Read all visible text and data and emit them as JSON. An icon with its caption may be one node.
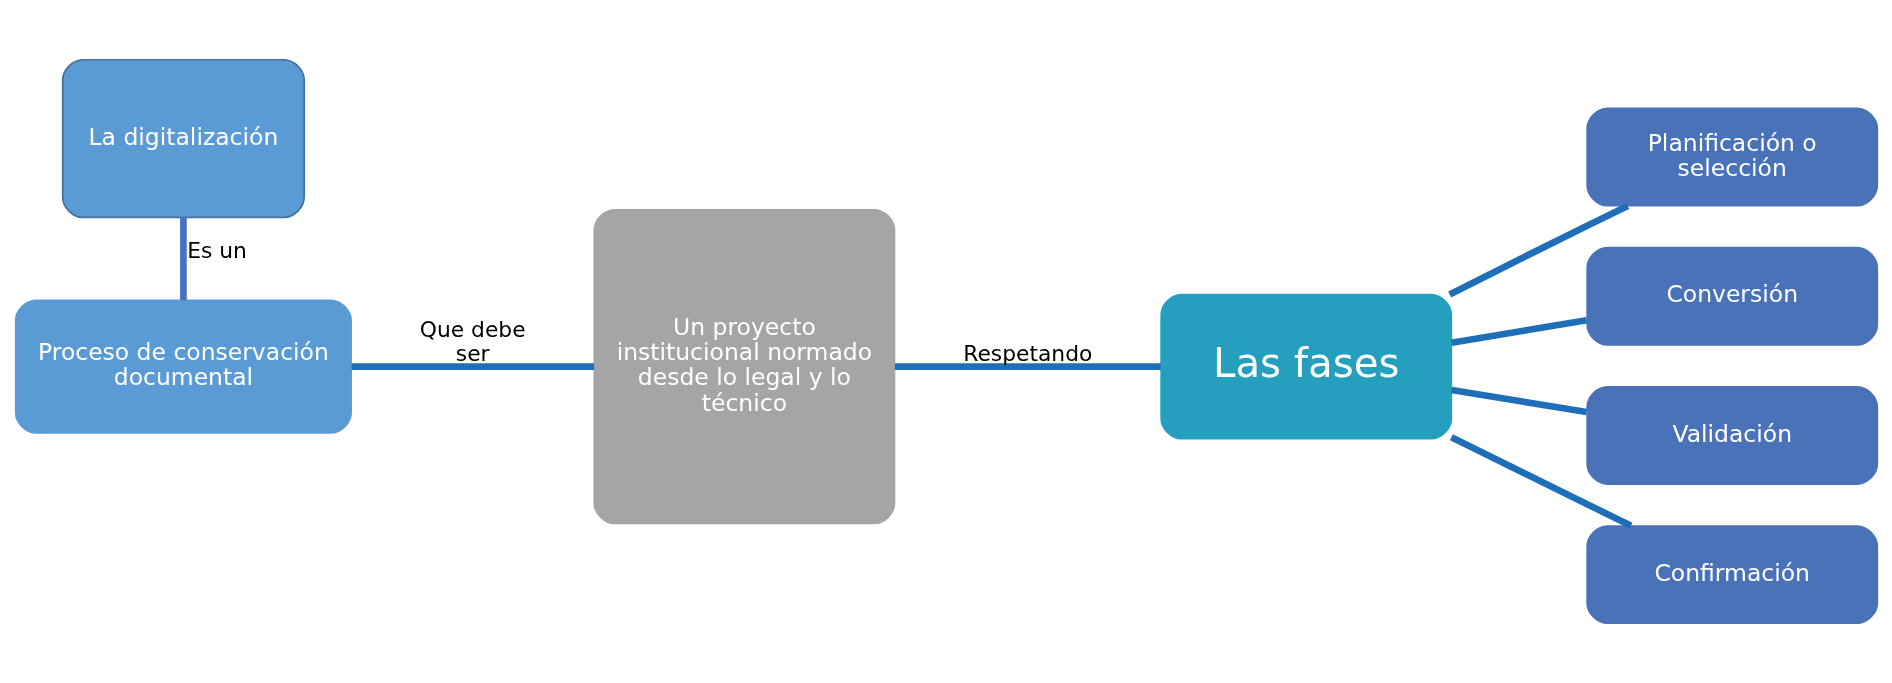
{
  "diagram": {
    "nodes": [
      {
        "text": [
          "La digitalización"
        ]
      },
      {
        "text": [
          "Proceso de conservación documental"
        ]
      },
      {
        "text": [
          "Un proyecto institucional normado desde lo legal y lo técnico"
        ]
      },
      {
        "text": [
          "Las fases"
        ]
      },
      {
        "text": [
          "Planificación o selección"
        ]
      },
      {
        "text": [
          "Conversión"
        ]
      },
      {
        "text": [
          "Validación"
        ]
      },
      {
        "text": [
          "Confirmación"
        ]
      }
    ],
    "edges": [
      {
        "from": 0,
        "to": 1,
        "arrow": "none",
        "label": "Es un",
        "color": "#4472c4"
      },
      {
        "from": 1,
        "to": 2,
        "arrow": "none",
        "label": "Que debe ser"
      },
      {
        "from": 2,
        "to": 3,
        "arrow": "none",
        "label": "Respetando"
      },
      {
        "from": 3,
        "to": 4,
        "arrow": "none"
      },
      {
        "from": 3,
        "to": 5,
        "arrow": "none"
      },
      {
        "from": 3,
        "to": 6,
        "arrow": "none"
      },
      {
        "from": 3,
        "to": 7,
        "arrow": "none"
      }
    ]
  }
}
